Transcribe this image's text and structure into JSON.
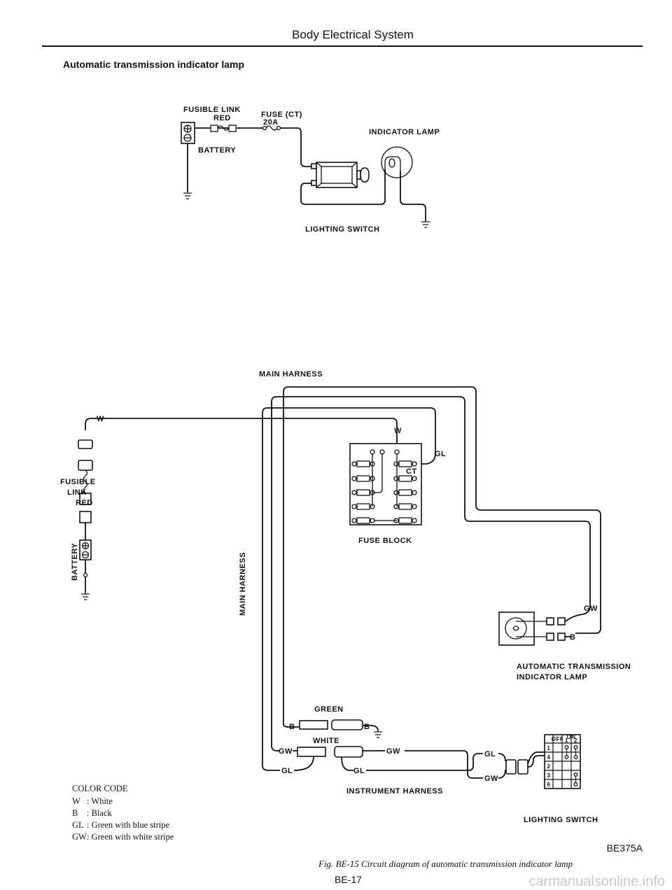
{
  "page": {
    "header": "Body Electrical System",
    "section_title": "Automatic transmission indicator lamp",
    "figure_code": "BE375A",
    "caption": "Fig. BE-15  Circuit diagram of automatic transmission indicator lamp",
    "page_number": "BE-17",
    "watermark": "carmanualsonline.info"
  },
  "schematic": {
    "fusible_link": "FUSIBLE LINK",
    "fusible_link_color": "RED",
    "fuse": "FUSE (CT)",
    "fuse_rating": "20A",
    "battery": "BATTERY",
    "indicator_lamp": "INDICATOR LAMP",
    "lighting_switch": "LIGHTING SWITCH"
  },
  "wiring": {
    "main_harness": "MAIN HARNESS",
    "main_harness_vertical": "MAIN HARNESS",
    "fusible_link": [
      "FUSIBLE",
      "LINK",
      "RED"
    ],
    "battery": "BATTERY",
    "fuse_block": "FUSE BLOCK",
    "fuse_ct": "CT",
    "wire_w": "W",
    "wire_w2": "W",
    "wire_gl_top": "GL",
    "wire_gw_lamp": "GW",
    "wire_b_lamp": "B",
    "at_lamp": [
      "AUTOMATIC TRANSMISSION",
      "INDICATOR LAMP"
    ],
    "green": "GREEN",
    "white": "WHITE",
    "wire_b1": "B",
    "wire_b2": "B",
    "wire_gw1": "GW",
    "wire_gw2": "GW",
    "wire_gw3": "GW",
    "wire_gl1": "GL",
    "wire_gl2": "GL",
    "wire_gl3": "GL",
    "instrument_harness": "INSTRUMENT HARNESS",
    "lighting_switch": "LIGHTING SWITCH",
    "switch_table": {
      "off": "OFF",
      "on": "ON",
      "positions": [
        "1",
        "2"
      ],
      "terminals": [
        "1",
        "4",
        "2",
        "3",
        "6"
      ]
    }
  },
  "color_code": {
    "title": "COLOR CODE",
    "items": [
      {
        "code": "W",
        "desc": ": White"
      },
      {
        "code": "B",
        "desc": ": Black"
      },
      {
        "code": "GL",
        "desc": ": Green with blue stripe"
      },
      {
        "code": "GW",
        "desc": ": Green with white stripe"
      }
    ]
  }
}
